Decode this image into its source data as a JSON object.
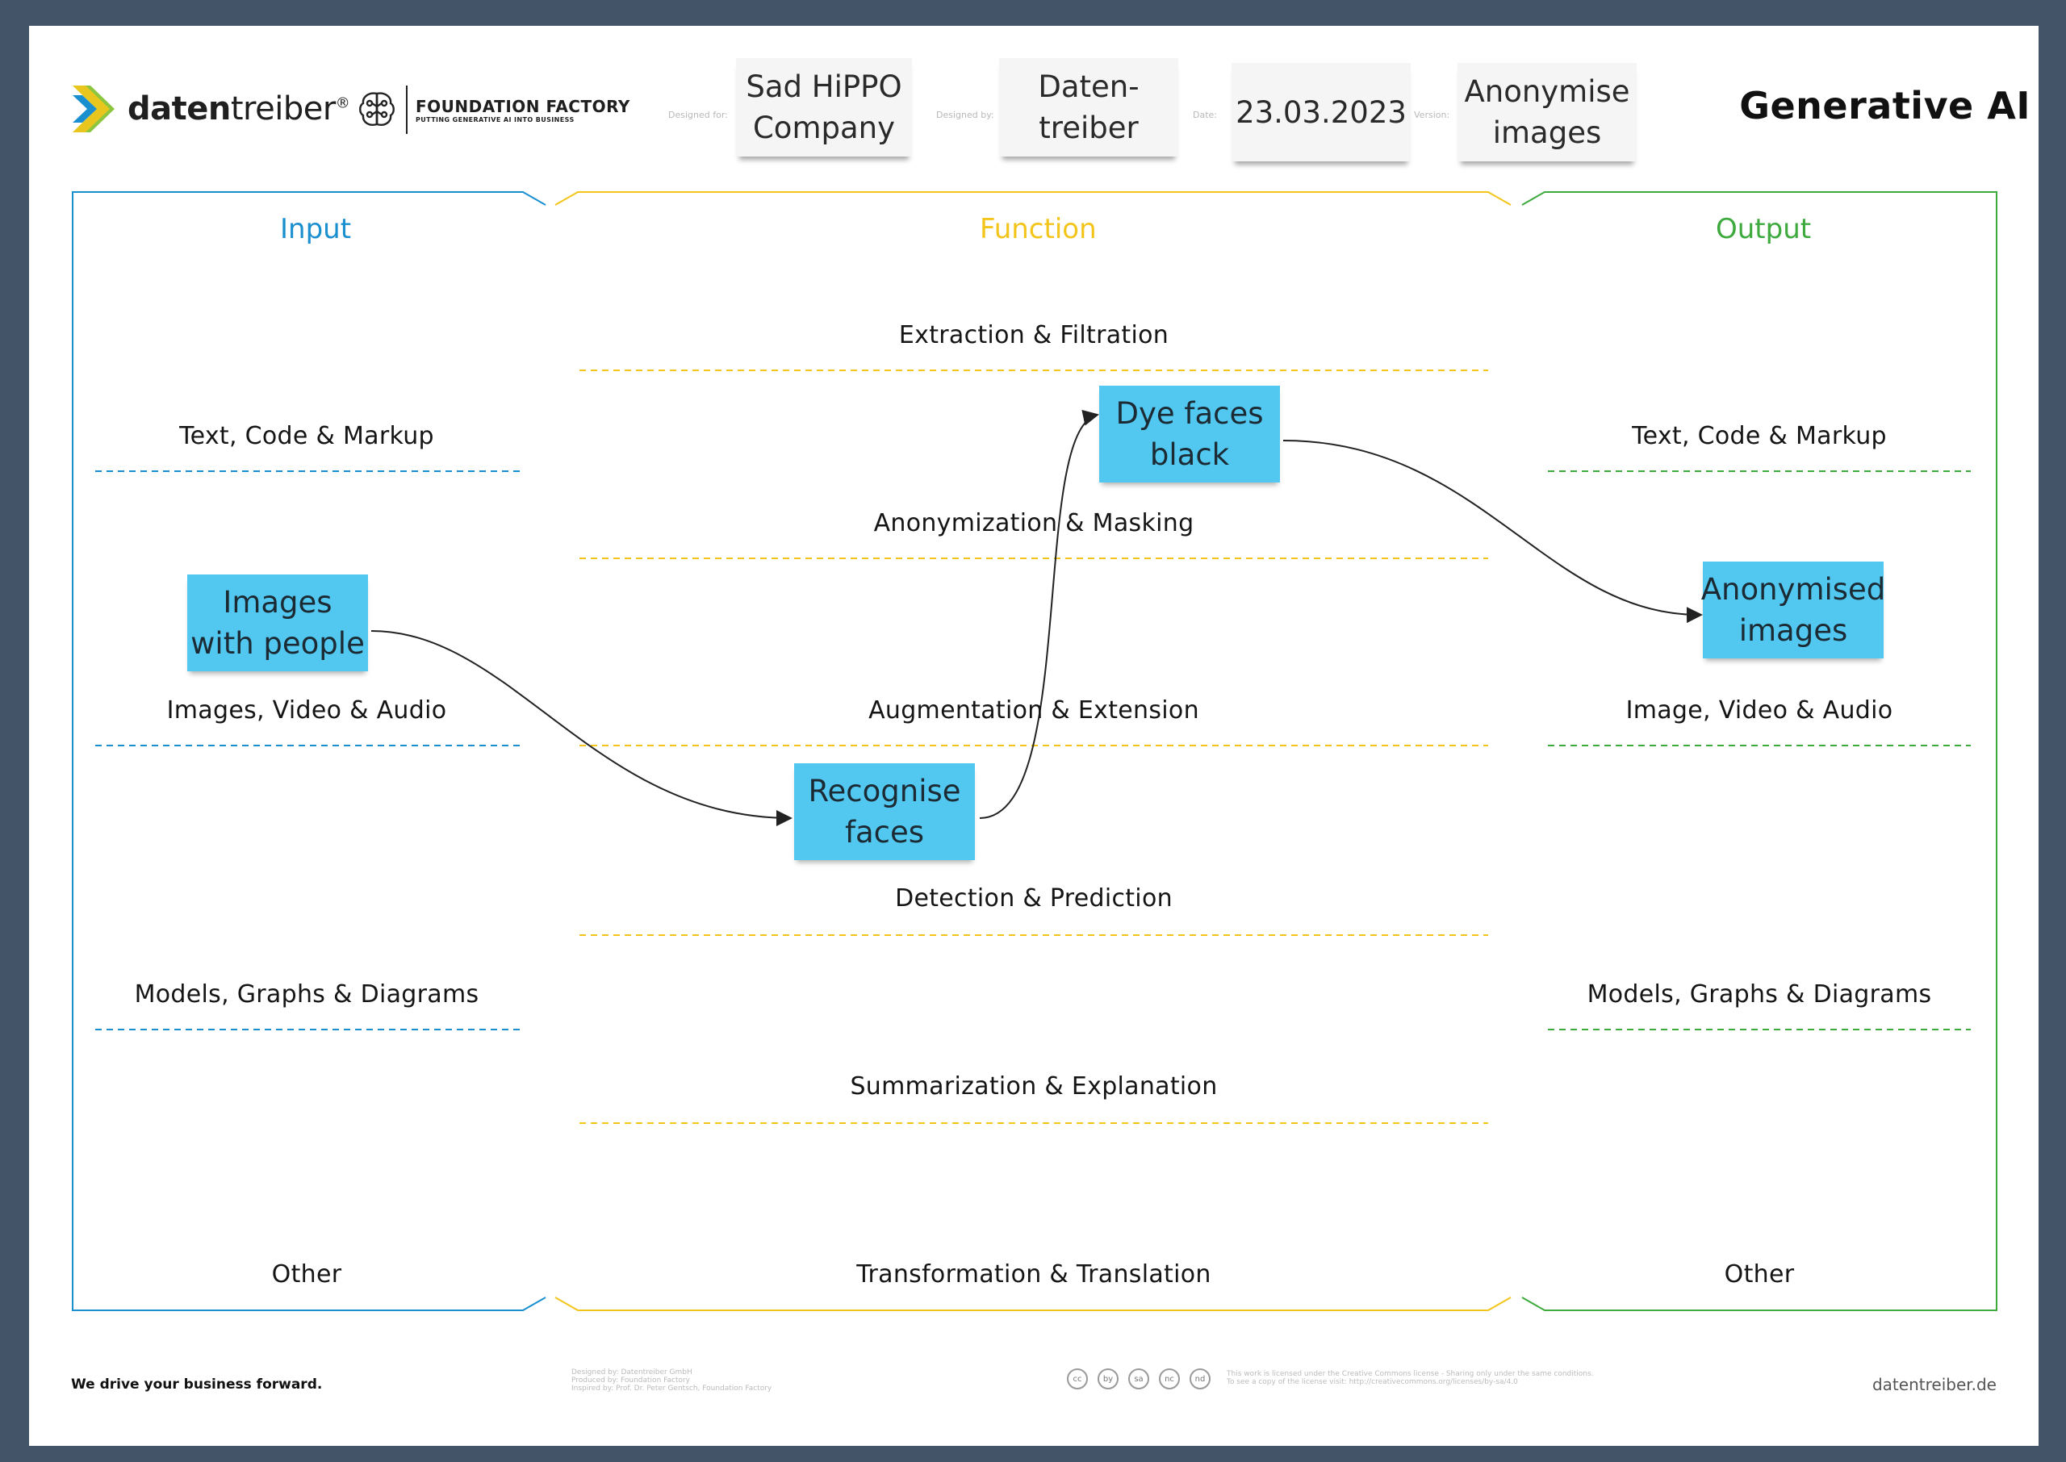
{
  "brand": {
    "name_bold": "daten",
    "name_light": "treiber",
    "registered": "®"
  },
  "partner": {
    "title": "FOUNDATION FACTORY",
    "subtitle": "PUTTING GENERATIVE AI INTO BUSINESS"
  },
  "meta": {
    "designed_for_label": "Designed for:",
    "designed_for_line1": "Sad HiPPO",
    "designed_for_line2": "Company",
    "designed_by_label": "Designed by:",
    "designed_by_line1": "Daten-",
    "designed_by_line2": "treiber",
    "date_label": "Date:",
    "date": "23.03.2023",
    "version_label": "Version:",
    "version_line1": "Anonymise",
    "version_line2": "images"
  },
  "canvas_title": "Generative AI",
  "sections": {
    "input": {
      "title": "Input",
      "color": "#1a8fd0"
    },
    "function": {
      "title": "Function",
      "color": "#f3c51a"
    },
    "output": {
      "title": "Output",
      "color": "#3eaa3e"
    }
  },
  "input_lanes": [
    "Text, Code & Markup",
    "Images, Video & Audio",
    "Models, Graphs & Diagrams",
    "Other"
  ],
  "function_lanes": [
    "Extraction & Filtration",
    "Anonymization & Masking",
    "Augmentation & Extension",
    "Detection & Prediction",
    "Summarization & Explanation",
    "Transformation & Translation"
  ],
  "output_lanes": [
    "Text, Code & Markup",
    "Image, Video & Audio",
    "Models, Graphs & Diagrams",
    "Other"
  ],
  "stickies": {
    "images_with_people": {
      "line1": "Images",
      "line2": "with people"
    },
    "recognise_faces": {
      "line1": "Recognise",
      "line2": "faces"
    },
    "dye_faces_black": {
      "line1": "Dye faces",
      "line2": "black"
    },
    "anonymised_images": {
      "line1": "Anonymised",
      "line2": "images"
    }
  },
  "sticky_color": "#52c8f1",
  "footer": {
    "tagline": "We drive your business forward.",
    "credits": [
      "Designed by: Datentreiber GmbH",
      "Produced by: Foundation Factory",
      "Inspired by: Prof. Dr. Peter Gentsch, Foundation Factory"
    ],
    "license": [
      "This work is licensed under the Creative Commons license - Sharing only under the same conditions.",
      "To see a copy of the license visit: http://creativecommons.org/licenses/by-sa/4.0"
    ],
    "cc_icons": [
      "cc",
      "by",
      "sa",
      "nc",
      "nd"
    ],
    "website": "datentreiber.de"
  }
}
